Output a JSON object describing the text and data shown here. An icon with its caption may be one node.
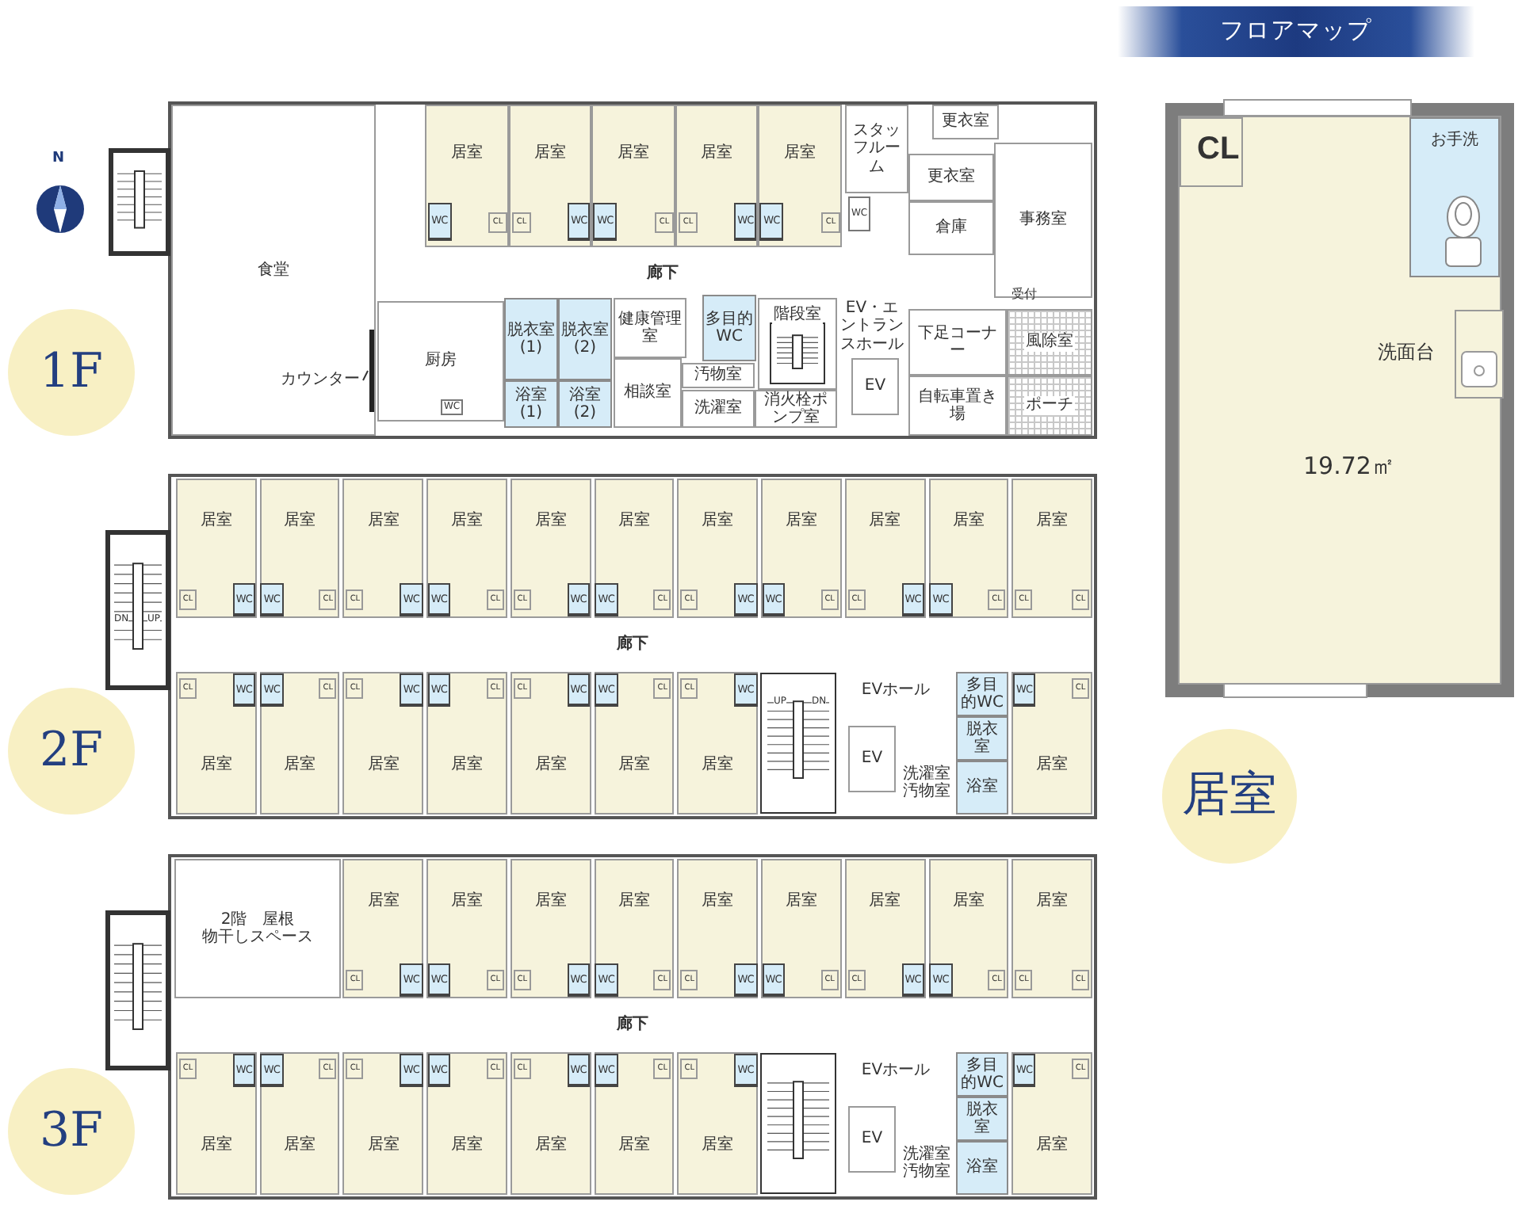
{
  "diagram": {
    "nodes": [
      {
        "text": [
          "フロアマップ"
        ]
      },
      {
        "text": [
          "1F"
        ]
      },
      {
        "text": [
          "食堂"
        ]
      },
      {
        "text": [
          "カウンター"
        ],
        "in": 2
      },
      {
        "text": [
          "厨房"
        ]
      },
      {
        "text": [
          "居室"
        ]
      },
      {
        "text": [
          "居室"
        ]
      },
      {
        "text": [
          "居室"
        ]
      },
      {
        "text": [
          "居室"
        ]
      },
      {
        "text": [
          "居室"
        ]
      },
      {
        "text": [
          "WC"
        ],
        "in": 5
      },
      {
        "text": [
          "WC"
        ],
        "in": 6
      },
      {
        "text": [
          "WC"
        ],
        "in": 7
      },
      {
        "text": [
          "WC"
        ],
        "in": 8
      },
      {
        "text": [
          "WC"
        ],
        "in": 9
      },
      {
        "text": [
          "CL"
        ],
        "in": 5
      },
      {
        "text": [
          "CL"
        ],
        "in": 6
      },
      {
        "text": [
          "CL"
        ],
        "in": 7
      },
      {
        "text": [
          "CL"
        ],
        "in": 8
      },
      {
        "text": [
          "CL"
        ],
        "in": 9
      },
      {
        "text": [
          "廊下"
        ]
      },
      {
        "text": [
          "脱衣室(1)"
        ]
      },
      {
        "text": [
          "脱衣室(2)"
        ]
      },
      {
        "text": [
          "浴室(1)"
        ]
      },
      {
        "text": [
          "浴室(2)"
        ]
      },
      {
        "text": [
          "健康管理室"
        ]
      },
      {
        "text": [
          "相談室"
        ]
      },
      {
        "text": [
          "多目的WC"
        ]
      },
      {
        "text": [
          "階段室"
        ]
      },
      {
        "text": [
          "汚物室"
        ]
      },
      {
        "text": [
          "洗濯室"
        ]
      },
      {
        "text": [
          "消火栓ポンプ室"
        ]
      },
      {
        "text": [
          "EV・エントランスホール"
        ]
      },
      {
        "text": [
          "EV"
        ]
      },
      {
        "text": [
          "スタッフルーム"
        ]
      },
      {
        "text": [
          "WC"
        ]
      },
      {
        "text": [
          "更衣室"
        ]
      },
      {
        "text": [
          "更衣室"
        ]
      },
      {
        "text": [
          "倉庫"
        ]
      },
      {
        "text": [
          "事務室"
        ]
      },
      {
        "text": [
          "下足コーナー"
        ]
      },
      {
        "text": [
          "風除室"
        ]
      },
      {
        "text": [
          "自転車置き場"
        ]
      },
      {
        "text": [
          "ポーチ"
        ]
      },
      {
        "text": [
          "WC"
        ],
        "in": 4
      },
      {
        "text": [
          "2F"
        ]
      },
      {
        "text": [
          "廊下"
        ]
      },
      {
        "text": [
          "居室"
        ]
      },
      {
        "text": [
          "居室"
        ]
      },
      {
        "text": [
          "居室"
        ]
      },
      {
        "text": [
          "居室"
        ]
      },
      {
        "text": [
          "居室"
        ]
      },
      {
        "text": [
          "居室"
        ]
      },
      {
        "text": [
          "居室"
        ]
      },
      {
        "text": [
          "居室"
        ]
      },
      {
        "text": [
          "居室"
        ]
      },
      {
        "text": [
          "居室"
        ]
      },
      {
        "text": [
          "居室"
        ]
      },
      {
        "text": [
          "居室"
        ]
      },
      {
        "text": [
          "居室"
        ]
      },
      {
        "text": [
          "居室"
        ]
      },
      {
        "text": [
          "居室"
        ]
      },
      {
        "text": [
          "居室"
        ]
      },
      {
        "text": [
          "居室"
        ]
      },
      {
        "text": [
          "居室"
        ]
      },
      {
        "text": [
          "居室"
        ]
      },
      {
        "text": [
          "WC"
        ],
        "in": 47
      },
      {
        "text": [
          "WC"
        ],
        "in": 48
      },
      {
        "text": [
          "WC"
        ],
        "in": 49
      },
      {
        "text": [
          "WC"
        ],
        "in": 50
      },
      {
        "text": [
          "WC"
        ],
        "in": 51
      },
      {
        "text": [
          "WC"
        ],
        "in": 52
      },
      {
        "text": [
          "WC"
        ],
        "in": 53
      },
      {
        "text": [
          "WC"
        ],
        "in": 54
      },
      {
        "text": [
          "WC"
        ],
        "in": 55
      },
      {
        "text": [
          "WC"
        ],
        "in": 56
      },
      {
        "text": [
          "WC"
        ],
        "in": 58
      },
      {
        "text": [
          "WC"
        ],
        "in": 59
      },
      {
        "text": [
          "WC"
        ],
        "in": 60
      },
      {
        "text": [
          "WC"
        ],
        "in": 61
      },
      {
        "text": [
          "WC"
        ],
        "in": 62
      },
      {
        "text": [
          "WC"
        ],
        "in": 63
      },
      {
        "text": [
          "WC"
        ],
        "in": 64
      },
      {
        "text": [
          "WC"
        ],
        "in": 65
      },
      {
        "text": [
          "CL"
        ],
        "in": 47
      },
      {
        "text": [
          "CL"
        ],
        "in": 48
      },
      {
        "text": [
          "CL"
        ],
        "in": 49
      },
      {
        "text": [
          "CL"
        ],
        "in": 50
      },
      {
        "text": [
          "CL"
        ],
        "in": 51
      },
      {
        "text": [
          "CL"
        ],
        "in": 52
      },
      {
        "text": [
          "CL"
        ],
        "in": 53
      },
      {
        "text": [
          "CL"
        ],
        "in": 54
      },
      {
        "text": [
          "CL"
        ],
        "in": 55
      },
      {
        "text": [
          "CL"
        ],
        "in": 56
      },
      {
        "text": [
          "CL"
        ],
        "in": 57
      },
      {
        "text": [
          "CL"
        ],
        "in": 57
      },
      {
        "text": [
          "CL"
        ],
        "in": 58
      },
      {
        "text": [
          "CL"
        ],
        "in": 59
      },
      {
        "text": [
          "CL"
        ],
        "in": 60
      },
      {
        "text": [
          "CL"
        ],
        "in": 61
      },
      {
        "text": [
          "CL"
        ],
        "in": 62
      },
      {
        "text": [
          "CL"
        ],
        "in": 63
      },
      {
        "text": [
          "CL"
        ],
        "in": 64
      },
      {
        "text": [
          "CL"
        ],
        "in": 65
      },
      {
        "text": [
          "EVホール"
        ]
      },
      {
        "text": [
          "多目的WC"
        ]
      },
      {
        "text": [
          "脱衣室"
        ]
      },
      {
        "text": [
          "浴室"
        ]
      },
      {
        "text": [
          "EV"
        ]
      },
      {
        "text": [
          "洗濯室汚物室"
        ]
      },
      {
        "text": [
          "3F"
        ]
      },
      {
        "text": [
          "2階　屋根",
          "物干しスペース"
        ]
      },
      {
        "text": [
          "廊下"
        ]
      },
      {
        "text": [
          "居室"
        ]
      },
      {
        "text": [
          "居室"
        ]
      },
      {
        "text": [
          "居室"
        ]
      },
      {
        "text": [
          "居室"
        ]
      },
      {
        "text": [
          "居室"
        ]
      },
      {
        "text": [
          "居室"
        ]
      },
      {
        "text": [
          "居室"
        ]
      },
      {
        "text": [
          "居室"
        ]
      },
      {
        "text": [
          "居室"
        ]
      },
      {
        "text": [
          "居室"
        ]
      },
      {
        "text": [
          "居室"
        ]
      },
      {
        "text": [
          "居室"
        ]
      },
      {
        "text": [
          "居室"
        ]
      },
      {
        "text": [
          "居室"
        ]
      },
      {
        "text": [
          "居室"
        ]
      },
      {
        "text": [
          "居室"
        ]
      },
      {
        "text": [
          "居室"
        ]
      },
      {
        "text": [
          "WC"
        ],
        "in": 113
      },
      {
        "text": [
          "WC"
        ],
        "in": 114
      },
      {
        "text": [
          "WC"
        ],
        "in": 115
      },
      {
        "text": [
          "WC"
        ],
        "in": 116
      },
      {
        "text": [
          "WC"
        ],
        "in": 117
      },
      {
        "text": [
          "WC"
        ],
        "in": 118
      },
      {
        "text": [
          "WC"
        ],
        "in": 119
      },
      {
        "text": [
          "WC"
        ],
        "in": 120
      },
      {
        "text": [
          "WC"
        ],
        "in": 122
      },
      {
        "text": [
          "WC"
        ],
        "in": 123
      },
      {
        "text": [
          "WC"
        ],
        "in": 124
      },
      {
        "text": [
          "WC"
        ],
        "in": 125
      },
      {
        "text": [
          "WC"
        ],
        "in": 126
      },
      {
        "text": [
          "WC"
        ],
        "in": 127
      },
      {
        "text": [
          "WC"
        ],
        "in": 128
      },
      {
        "text": [
          "WC"
        ],
        "in": 129
      },
      {
        "text": [
          "CL"
        ],
        "in": 113
      },
      {
        "text": [
          "CL"
        ],
        "in": 114
      },
      {
        "text": [
          "CL"
        ],
        "in": 115
      },
      {
        "text": [
          "CL"
        ],
        "in": 116
      },
      {
        "text": [
          "CL"
        ],
        "in": 117
      },
      {
        "text": [
          "CL"
        ],
        "in": 118
      },
      {
        "text": [
          "CL"
        ],
        "in": 119
      },
      {
        "text": [
          "CL"
        ],
        "in": 120
      },
      {
        "text": [
          "CL"
        ],
        "in": 121
      },
      {
        "text": [
          "CL"
        ],
        "in": 121
      },
      {
        "text": [
          "CL"
        ],
        "in": 122
      },
      {
        "text": [
          "CL"
        ],
        "in": 123
      },
      {
        "text": [
          "CL"
        ],
        "in": 124
      },
      {
        "text": [
          "CL"
        ],
        "in": 125
      },
      {
        "text": [
          "CL"
        ],
        "in": 126
      },
      {
        "text": [
          "CL"
        ],
        "in": 127
      },
      {
        "text": [
          "CL"
        ],
        "in": 128
      },
      {
        "text": [
          "CL"
        ],
        "in": 129
      },
      {
        "text": [
          "EVホール"
        ]
      },
      {
        "text": [
          "多目的WC"
        ]
      },
      {
        "text": [
          "脱衣室"
        ]
      },
      {
        "text": [
          "浴室"
        ]
      },
      {
        "text": [
          "EV"
        ]
      },
      {
        "text": [
          "洗濯室汚物室"
        ]
      },
      {
        "text": [
          "居室"
        ]
      },
      {
        "text": [
          "19.72㎡"
        ]
      },
      {
        "text": [
          "CL"
        ],
        "in": 171
      },
      {
        "text": [
          "お手洗"
        ],
        "in": 171
      },
      {
        "text": [],
        "shape": "bar",
        "in": 2
      }
    ],
    "edges": [
      {
        "from": 3,
        "to": 174,
        "arrow": "none"
      }
    ],
    "labels": [
      "N",
      "受付",
      "DN",
      "UP",
      "UP",
      "DN",
      "洗面台"
    ]
  }
}
